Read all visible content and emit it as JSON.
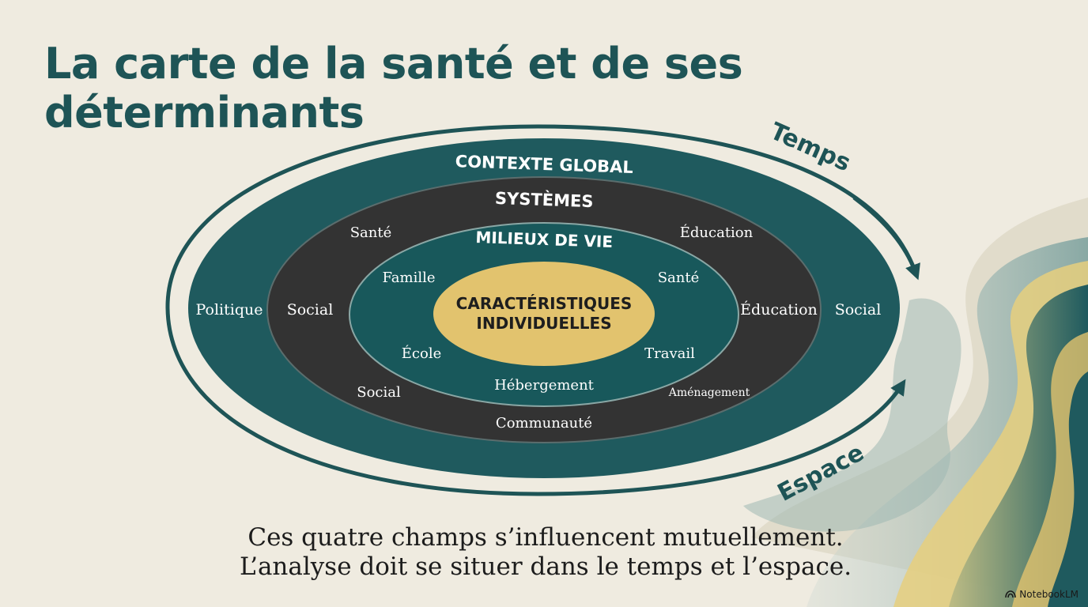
{
  "title": {
    "line1": "La carte de la santé et de ses",
    "line2": "déterminants"
  },
  "rings": {
    "global": {
      "title": "CONTEXTE GLOBAL",
      "left": "Politique",
      "right": "Social"
    },
    "systems": {
      "title": "SYSTÈMES",
      "top_left": "Santé",
      "top_right": "Éducation",
      "left": "Social",
      "right": "Éducation",
      "bottom_left": "Social",
      "bottom_right": "Aménagement",
      "bottom": "Communauté"
    },
    "milieux": {
      "title": "MILIEUX DE VIE",
      "top_left": "Famille",
      "top_right": "Santé",
      "bottom_left": "École",
      "bottom_right": "Travail",
      "bottom": "Hébergement"
    },
    "core": {
      "line1": "CARACTÉRISTIQUES",
      "line2": "INDIVIDUELLES"
    }
  },
  "arrows": {
    "time": "Temps",
    "space": "Espace"
  },
  "caption": {
    "line1": "Ces quatre champs s’influencent mutuellement.",
    "line2": "L’analyse doit se situer dans le temps et l’espace."
  },
  "brand": "NotebookLM",
  "colors": {
    "global_ring": "#1f5a5e",
    "systems_ring": "#333333",
    "milieux_ring": "#18585b",
    "core": "#e2c36e",
    "title": "#1e5456"
  }
}
